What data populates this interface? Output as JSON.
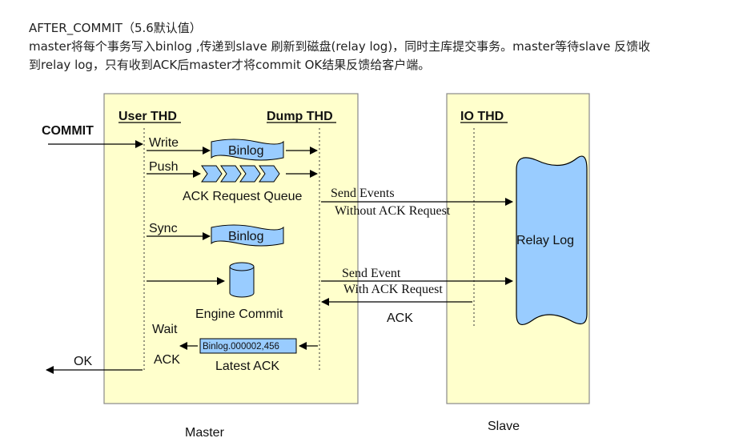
{
  "heading": {
    "title": "AFTER_COMMIT（5.6默认值）",
    "line1": "master将每个事务写入binlog ,传递到slave 刷新到磁盘(relay log)，同时主库提交事务。master等待slave 反馈收",
    "line2": "到relay log，只有收到ACK后master才将commit OK结果反馈给客户端。"
  },
  "diagram": {
    "commit": "COMMIT",
    "ok": "OK",
    "user_thd": "User THD",
    "dump_thd": "Dump THD",
    "io_thd": "IO THD",
    "write": "Write",
    "push": "Push",
    "sync": "Sync",
    "wait": "Wait",
    "ack_left": "ACK",
    "binlog_1": "Binlog",
    "binlog_2": "Binlog",
    "ack_request_queue": "ACK Request Queue",
    "send_events_1": "Send Events",
    "send_events_2": "Without ACK Request",
    "send_event_1": "Send Event",
    "send_event_2": "With ACK Request",
    "ack_reply": "ACK",
    "engine_commit": "Engine Commit",
    "binlog_pos": "Binlog.000002,456",
    "latest_ack": "Latest ACK",
    "relay_log": "Relay Log",
    "master": "Master",
    "slave": "Slave"
  },
  "colors": {
    "box_fill": "#ffffcc",
    "blue_fill": "#99ccff",
    "line": "#000000"
  }
}
